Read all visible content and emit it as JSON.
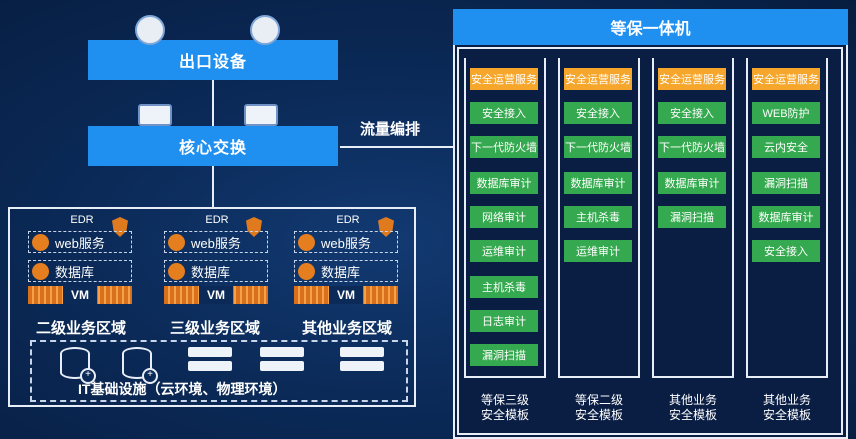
{
  "left": {
    "egress_label": "出口设备",
    "core_label": "核心交换",
    "flow_label": "流量编排",
    "zones": [
      {
        "edr": "EDR",
        "web": "web服务",
        "db": "数据库",
        "vm": "VM",
        "name": "二级业务区域"
      },
      {
        "edr": "EDR",
        "web": "web服务",
        "db": "数据库",
        "vm": "VM",
        "name": "三级业务区域"
      },
      {
        "edr": "EDR",
        "web": "web服务",
        "db": "数据库",
        "vm": "VM",
        "name": "其他业务区域"
      }
    ],
    "infra_label": "IT基础设施（云环境、物理环境）"
  },
  "cabinet": {
    "title": "等保一体机",
    "columns": [
      {
        "items": [
          "安全运营服务",
          "安全接入",
          "下一代防火墙",
          "数据库审计",
          "网络审计",
          "运维审计",
          "主机杀毒",
          "日志审计",
          "漏洞扫描"
        ],
        "footer": [
          "等保三级",
          "安全模板"
        ]
      },
      {
        "items": [
          "安全运营服务",
          "安全接入",
          "下一代防火墙",
          "数据库审计",
          "主机杀毒",
          "运维审计"
        ],
        "footer": [
          "等保二级",
          "安全模板"
        ]
      },
      {
        "items": [
          "安全运营服务",
          "安全接入",
          "下一代防火墙",
          "数据库审计",
          "漏洞扫描"
        ],
        "footer": [
          "其他业务",
          "安全模板"
        ]
      },
      {
        "items": [
          "安全运营服务",
          "WEB防护",
          "云内安全",
          "漏洞扫描",
          "数据库审计",
          "安全接入"
        ],
        "footer": [
          "其他业务",
          "安全模板"
        ]
      }
    ]
  }
}
